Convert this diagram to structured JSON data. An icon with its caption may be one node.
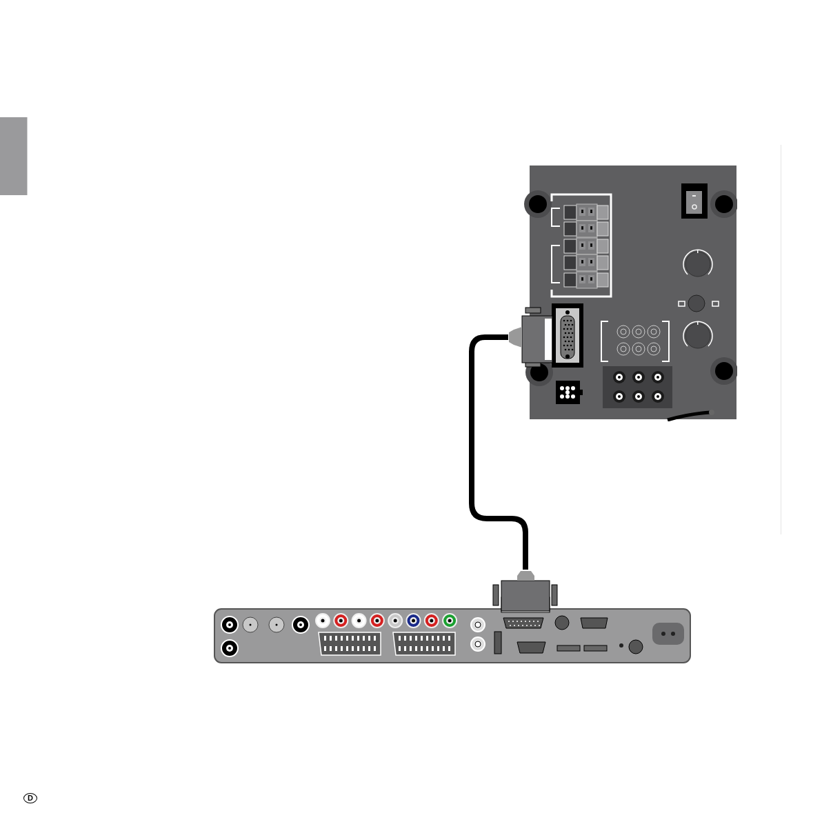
{
  "diagram": {
    "nodes": [
      {
        "text": [],
        "shape": "picture"
      },
      {
        "text": [],
        "shape": "picture"
      }
    ],
    "edges": [
      {
        "from": 0,
        "to": 1,
        "arrow": "none"
      }
    ],
    "labels": [
      "D"
    ]
  }
}
